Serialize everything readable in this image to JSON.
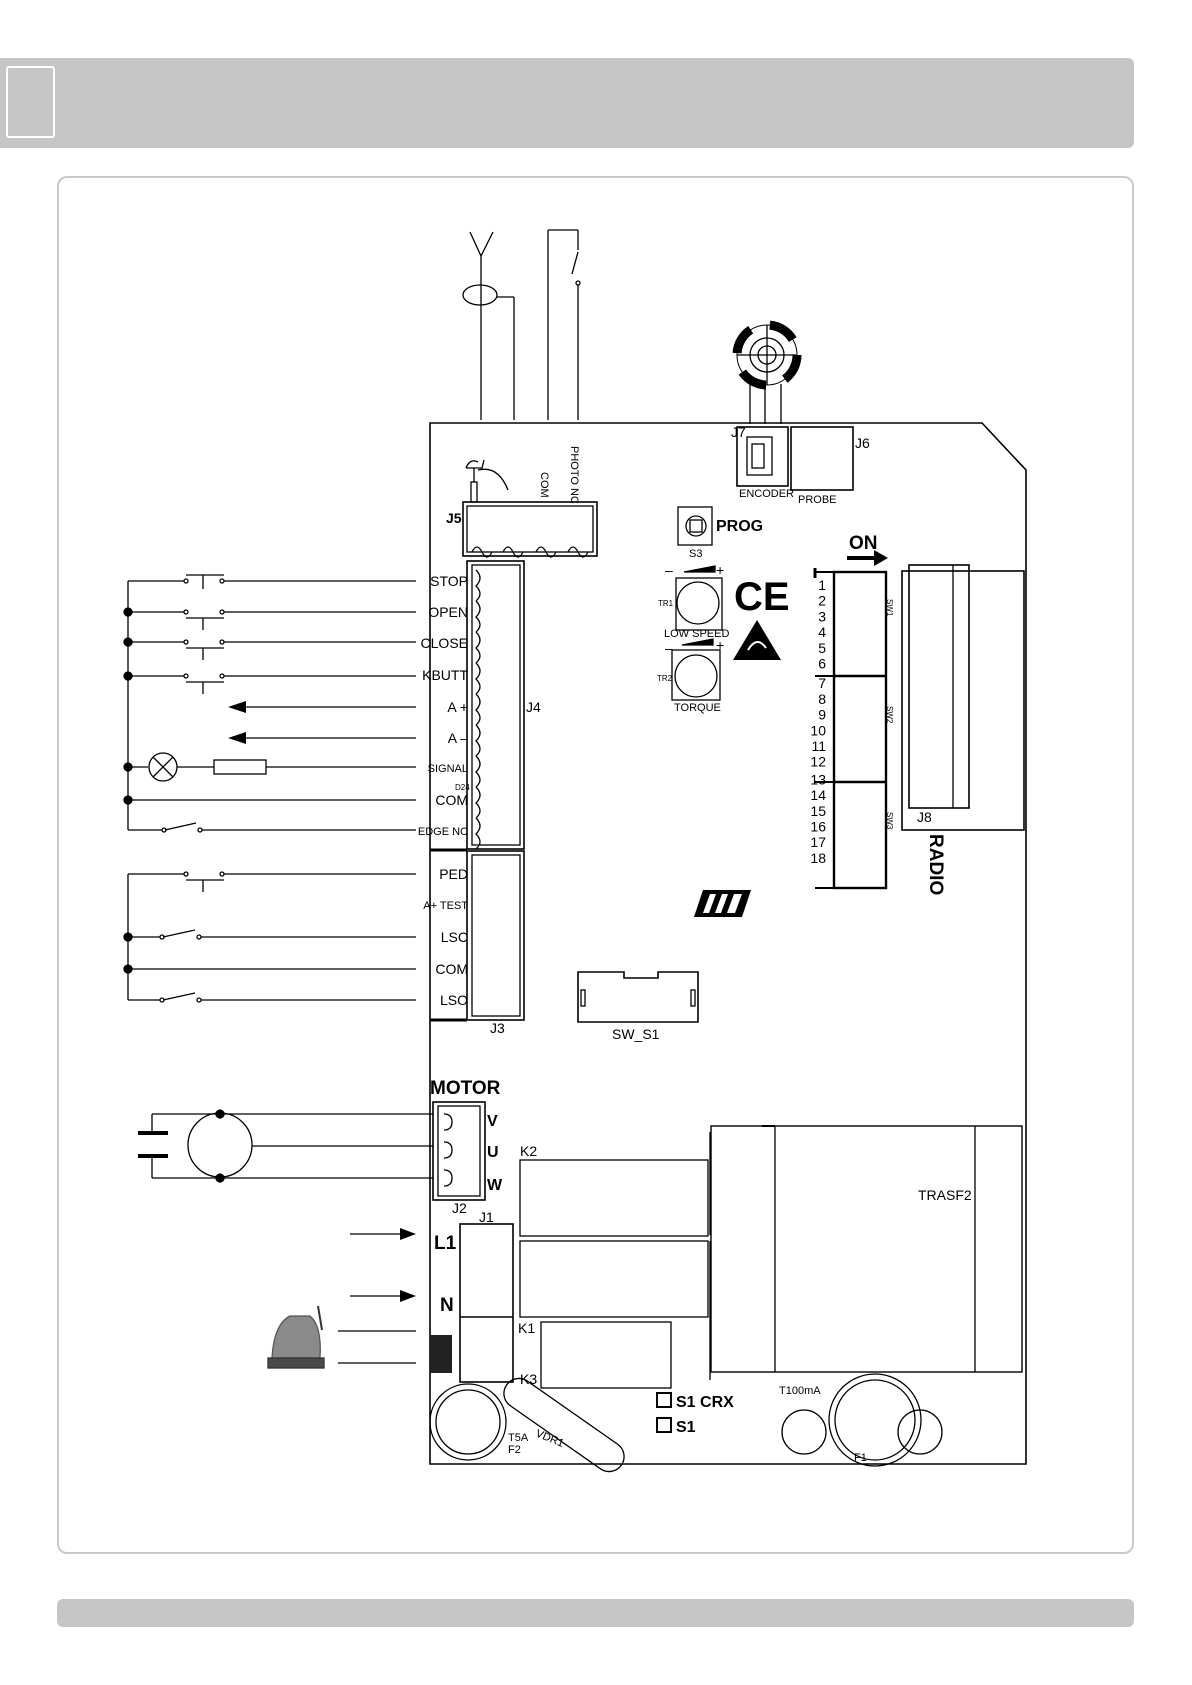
{
  "diagram": {
    "terminals_j4": [
      "STOP",
      "OPEN",
      "CLOSE",
      "KBUTT",
      "A +",
      "A –",
      "SIGNAL",
      "COM",
      "EDGE NC"
    ],
    "signal_note": "D24",
    "terminals_j3": [
      "PED",
      "A+ TEST",
      "LSC",
      "COM",
      "LSO"
    ],
    "connectors": {
      "j1": "J1",
      "j2": "J2",
      "j3": "J3",
      "j4": "J4",
      "j5": "J5",
      "j6": "J6",
      "j7": "J7",
      "j8": "J8"
    },
    "j5_labels": {
      "com": "COM",
      "photo_nc": "PHOTO NC"
    },
    "encoder_label": "ENCODER",
    "probe_label": "PROBE",
    "prog_label": "PROG",
    "s3_label": "S3",
    "tr1_label": "TR1",
    "tr2_label": "TR2",
    "low_speed_label": "LOW SPEED",
    "torque_label": "TORQUE",
    "minus": "–",
    "plus": "+",
    "ce_mark": "CE",
    "on_label": "ON",
    "dip_numbers": [
      "1",
      "2",
      "3",
      "4",
      "5",
      "6",
      "7",
      "8",
      "9",
      "10",
      "11",
      "12",
      "13",
      "14",
      "15",
      "16",
      "17",
      "18"
    ],
    "sw_labels": [
      "SW1",
      "SW2",
      "SW3"
    ],
    "radio_label": "RADIO",
    "sw_s1_label": "SW_S1",
    "motor_label": "MOTOR",
    "motor_terminals": [
      "V",
      "U",
      "W"
    ],
    "k1": "K1",
    "k2": "K2",
    "k3": "K3",
    "trasf_label": "TRASF2",
    "l1_label": "L1",
    "n_label": "N",
    "s1_crx_label": "S1 CRX",
    "s1_label": "S1",
    "t100_label": "T100mA",
    "f1_label": "F1",
    "t5a_label": "T5A",
    "f2_label": "F2",
    "vdr_label": "VDR1"
  },
  "colors": {
    "header": "#c6c6c6",
    "border": "#c9c9c9",
    "ink": "#000000"
  }
}
